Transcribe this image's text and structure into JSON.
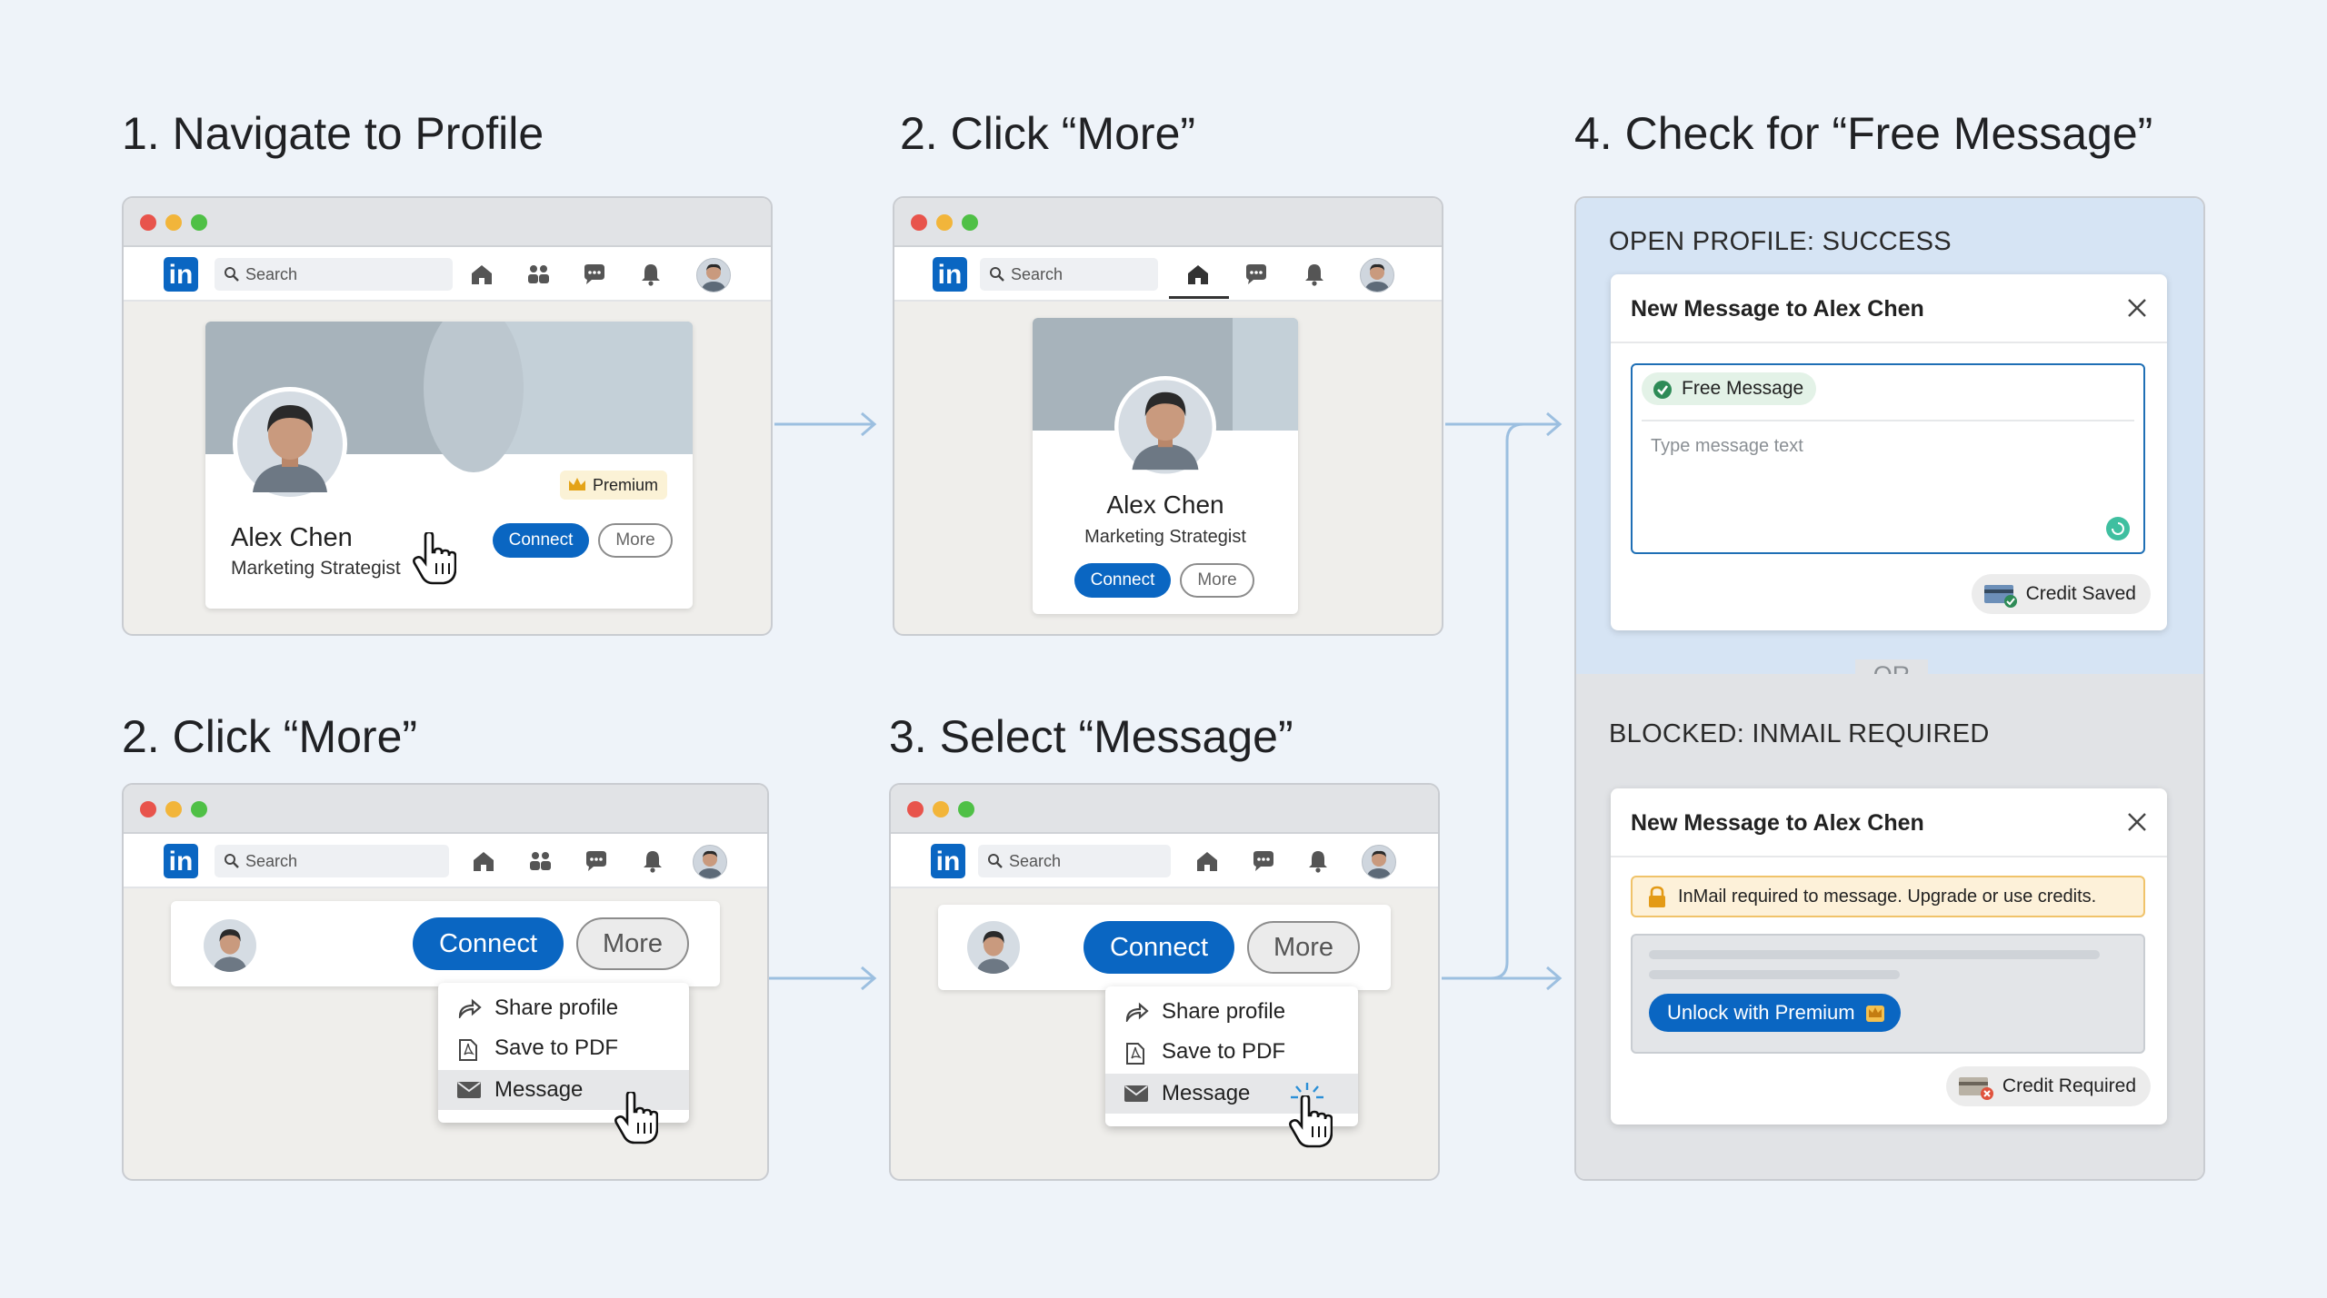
{
  "steps": {
    "s1": "1. Navigate to Profile",
    "s2a": "2. Click “More”",
    "s2b": "2. Click “More”",
    "s3": "3. Select “Message”",
    "s4": "4. Check for “Free Message”"
  },
  "nav": {
    "search_placeholder": "Search"
  },
  "profile": {
    "name": "Alex Chen",
    "title": "Marketing Strategist",
    "premium_badge": "Premium",
    "connect": "Connect",
    "more": "More"
  },
  "menu": {
    "items": [
      "Share profile",
      "Save to PDF",
      "Message"
    ]
  },
  "result": {
    "success_label": "OPEN PROFILE: SUCCESS",
    "blocked_label": "BLOCKED: INMAIL REQUIRED",
    "or": "OR",
    "dialog_title": "New Message to Alex Chen",
    "free_message": "Free Message",
    "placeholder": "Type message text",
    "credit_saved": "Credit Saved",
    "inmail_warning": "InMail required to message. Upgrade or use credits.",
    "unlock": "Unlock with Premium",
    "credit_required": "Credit Required"
  },
  "colors": {
    "linkedin_blue": "#0a66c2",
    "success_green": "#2e8b57",
    "warning_bg": "#fdf1d9",
    "warning_border": "#f0c36a"
  },
  "icons": [
    "search-icon",
    "home-icon",
    "network-icon",
    "messaging-icon",
    "bell-icon",
    "share-icon",
    "pdf-icon",
    "envelope-icon",
    "hand-cursor-icon",
    "check-circle-icon",
    "lock-icon",
    "close-icon",
    "card-icon",
    "crown-icon"
  ]
}
